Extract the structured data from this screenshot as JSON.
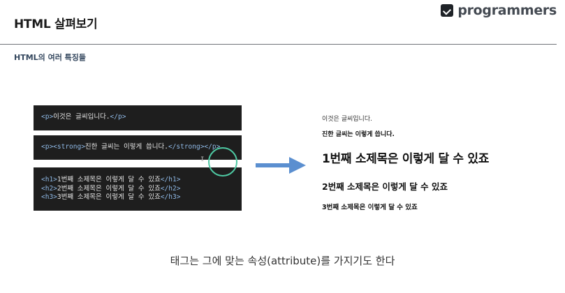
{
  "header": {
    "title": "HTML 살펴보기",
    "logo_text": "programmers"
  },
  "subtitle": "HTML의 여러 특징들",
  "code": {
    "box1": [
      {
        "open": "<p>",
        "text": "이것은 글씨입니다.",
        "close": "</p>"
      }
    ],
    "box2": [
      {
        "open": "<p><strong>",
        "text": "진한 글씨는 이렇게 씁니다.",
        "close": "</strong></p>"
      }
    ],
    "box3": [
      {
        "open": "<h1>",
        "text": "1번째 소제목은 이렇게 달 수 있죠",
        "close": "</h1>"
      },
      {
        "open": "<h2>",
        "text": "2번째 소제목은 이렇게 달 수 있죠",
        "close": "</h2>"
      },
      {
        "open": "<h3>",
        "text": "3번째 소제목은 이렇게 달 수 있죠",
        "close": "</h3>"
      }
    ]
  },
  "rendered": {
    "p": "이것은 글씨입니다.",
    "strong": "진한 글씨는 이렇게 씁니다.",
    "h1": "1번째 소제목은 이렇게 달 수 있죠",
    "h2": "2번째 소제목은 이렇게 달 수 있죠",
    "h3": "3번째 소제목은 이렇게 달 수 있죠"
  },
  "caption": "태그는 그에 맞는 속성(attribute)를 가지기도 한다",
  "colors": {
    "code_background": "#1e1e1e",
    "tag_color": "#8fb9e6",
    "arrow_color": "#5b8fd0",
    "cursor_ring": "#4ec9a3"
  }
}
